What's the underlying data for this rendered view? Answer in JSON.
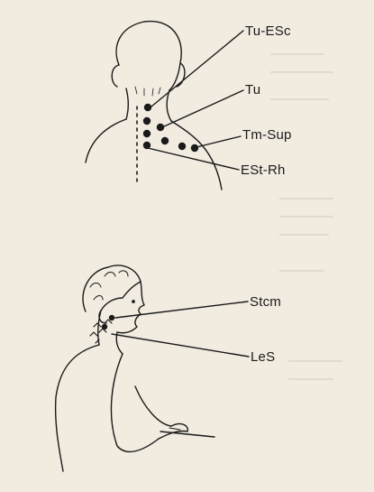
{
  "labels": {
    "top": [
      "Tu-ESc",
      "Tu",
      "Tm-Sup",
      "ESt-Rh"
    ],
    "bottom": [
      "Stcm",
      "LeS"
    ]
  },
  "colors": {
    "paper": "#f1ebe0",
    "ink": "#1a1a1a"
  }
}
